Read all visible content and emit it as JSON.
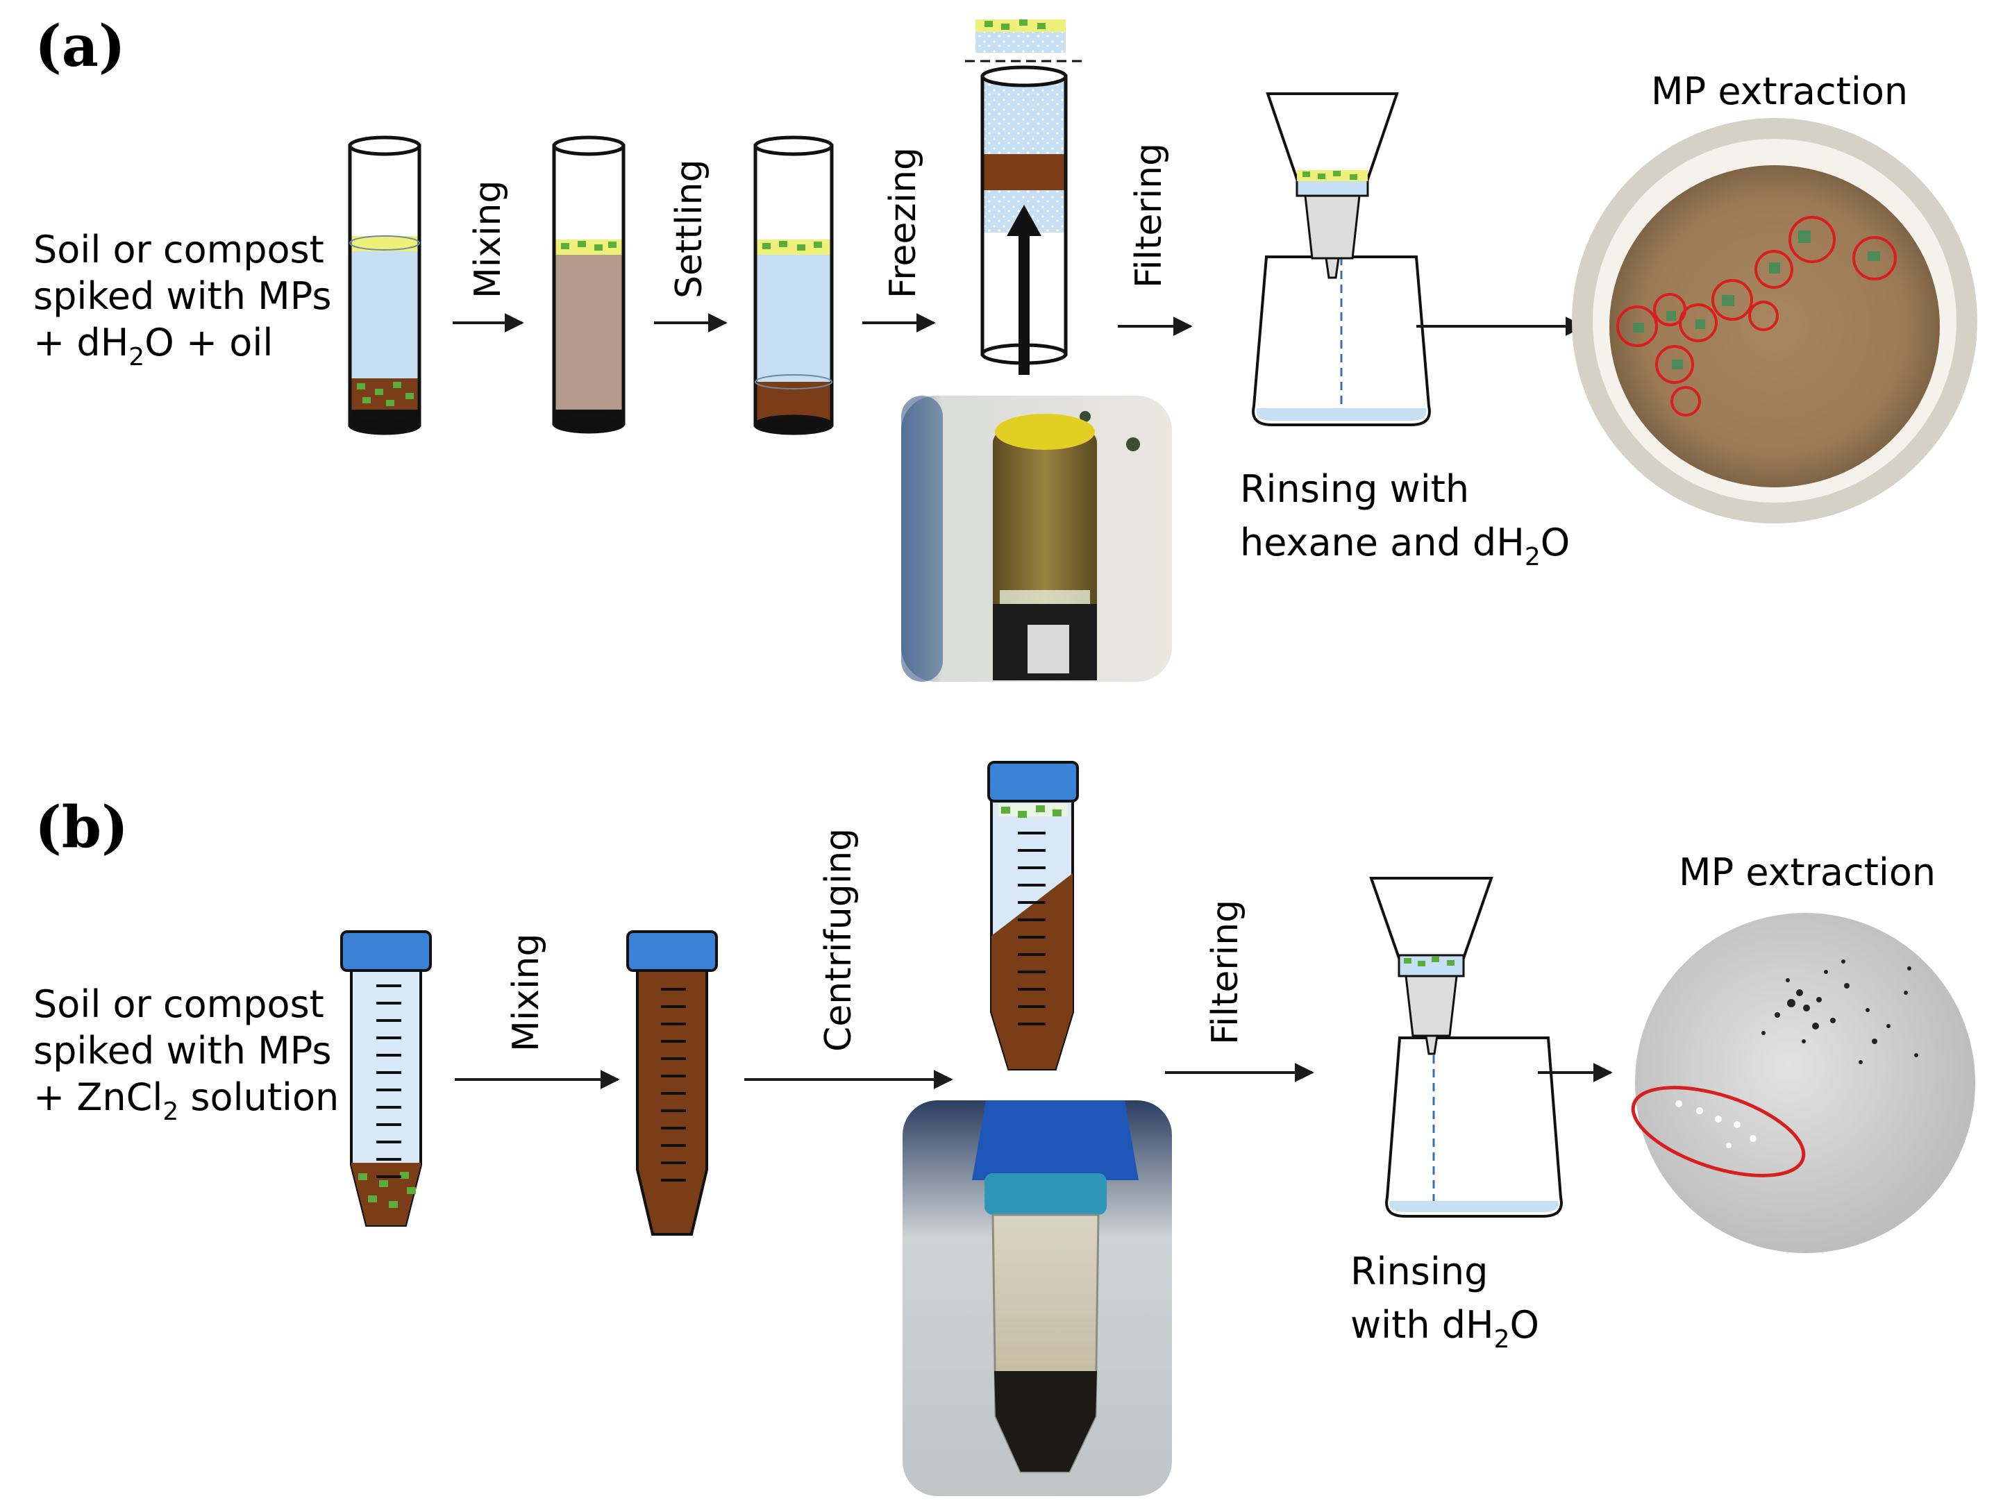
{
  "panel_a": {
    "label": "(a)",
    "input_line1": "Soil or compost",
    "input_line2": "spiked with MPs",
    "input_line3_pre": "+ dH",
    "input_line3_sub": "2",
    "input_line3_post": "O + oil",
    "steps": [
      "Mixing",
      "Settling",
      "Freezing",
      "Filtering"
    ],
    "rinse_line1": "Rinsing with",
    "rinse_line2_pre": "hexane and dH",
    "rinse_line2_sub": "2",
    "rinse_line2_post": "O",
    "result_title": "MP extraction"
  },
  "panel_b": {
    "label": "(b)",
    "input_line1": "Soil or compost",
    "input_line2": "spiked with MPs",
    "input_line3_pre": "+ ZnCl",
    "input_line3_sub": "2",
    "input_line3_post": " solution",
    "steps": [
      "Mixing",
      "Centrifuging",
      "Filtering"
    ],
    "rinse_line1": "Rinsing",
    "rinse_line2_pre": "with dH",
    "rinse_line2_sub": "2",
    "rinse_line2_post": "O",
    "result_title": "MP extraction"
  },
  "colors": {
    "water": "#c7dff2",
    "oil": "#eef07a",
    "soil": "#7a3d18",
    "dark_soil": "#101010",
    "mp_green": "#5cae3c",
    "cap_blue": "#3b82d6",
    "circle_red": "#d81e1e",
    "mix_brown": "#b49b8c"
  }
}
